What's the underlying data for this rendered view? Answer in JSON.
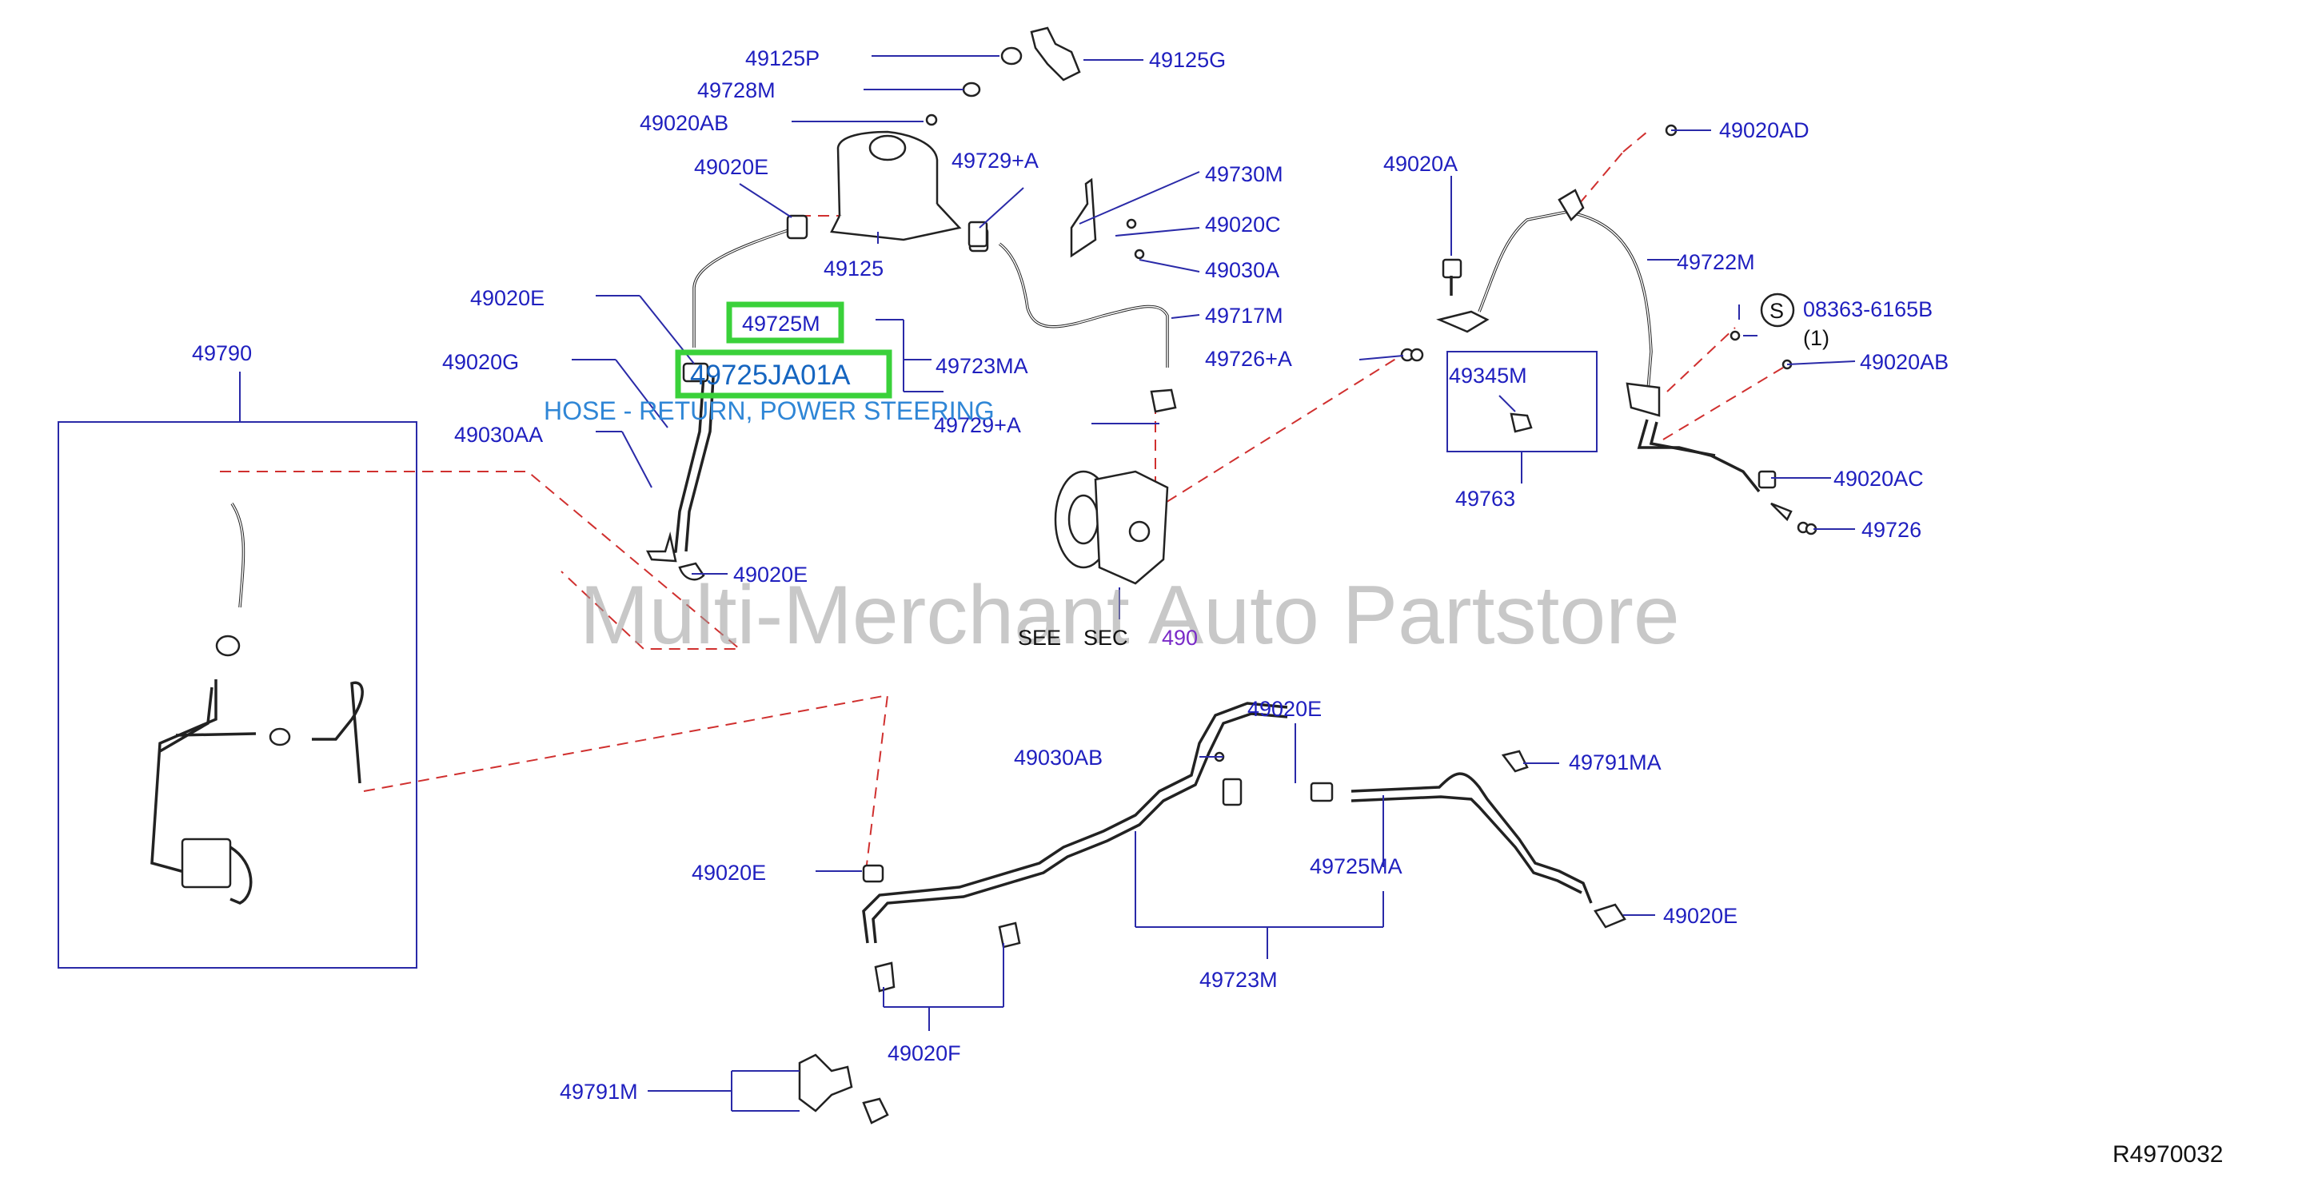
{
  "labels": {
    "p49125P": "49125P",
    "p49125G": "49125G",
    "p49728M": "49728M",
    "p49020AB_top": "49020AB",
    "p49020E_res": "49020E",
    "p49729A_top": "49729+A",
    "p49125": "49125",
    "p49730M": "49730M",
    "p49020C": "49020C",
    "p49030A": "49030A",
    "p49717M": "49717M",
    "p49726A": "49726+A",
    "p49729A_bot": "49729+A",
    "p49020E_left": "49020E",
    "p49020G": "49020G",
    "p49030AA": "49030AA",
    "p49020E_mid": "49020E",
    "p49723MA": "49723MA",
    "p49790": "49790",
    "p49020A": "49020A",
    "p49020AD": "49020AD",
    "p49722M": "49722M",
    "p08363": "08363-6165B",
    "p08363_qty": "(1)",
    "s_mark": "S",
    "p49020AB_right": "49020AB",
    "p49345M": "49345M",
    "p49763": "49763",
    "p49020AC": "49020AC",
    "p49726": "49726",
    "see": "SEE",
    "sec": "SEC",
    "sec_num": "490",
    "p49020E_lower": "49020E",
    "p49030AB": "49030AB",
    "p49791MA": "49791MA",
    "p49020E_bleft": "49020E",
    "p49725MA": "49725MA",
    "p49020E_bright": "49020E",
    "p49723M": "49723M",
    "p49020F": "49020F",
    "p49791M": "49791M",
    "ref_code": "R4970032"
  },
  "highlight": {
    "main_part": "49725M",
    "oem_part": "49725JA01A",
    "description": "HOSE - RETURN, POWER STEERING",
    "box_color": "#3ad13a"
  },
  "watermark": "Multi-Merchant Auto Partstore",
  "colors": {
    "label": "#1f1fbf",
    "dashed_path": "#d0302f",
    "highlight_text": "#1565c0"
  }
}
